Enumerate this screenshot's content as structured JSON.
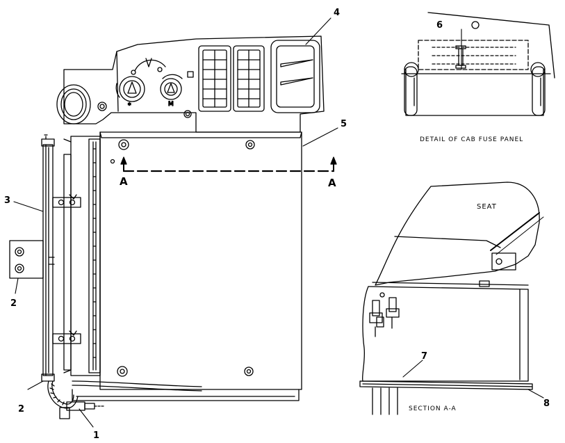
{
  "callouts": {
    "c1": "1",
    "c2a": "2",
    "c2b": "2",
    "c3": "3",
    "c4": "4",
    "c5": "5",
    "c6": "6",
    "c7": "7",
    "c8": "8"
  },
  "section_marks": {
    "left": "A",
    "right": "A"
  },
  "captions": {
    "fuse_panel": "DETAIL OF CAB FUSE PANEL",
    "section": "SECTION A-A",
    "seat": "SEAT"
  },
  "dial_marks": {
    "left_star": "*",
    "right_label": "M"
  }
}
